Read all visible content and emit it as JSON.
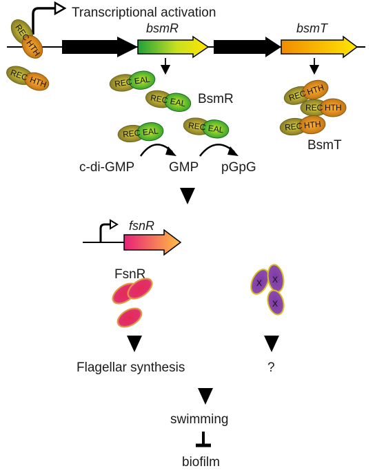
{
  "top": {
    "activation_label": "Transcriptional activation",
    "gene1": "bsmR",
    "gene2": "bsmT"
  },
  "domains": {
    "rec": "REC",
    "hth": "HTH",
    "eal": "EAL",
    "x": "X"
  },
  "proteins": {
    "bsmr": "BsmR",
    "bsmt": "BsmT",
    "fsnr": "FsnR"
  },
  "reaction": {
    "substrate": "c-di-GMP",
    "product1": "GMP",
    "product2": "pGpG"
  },
  "fsnr_gene": "fsnR",
  "outcomes": {
    "left": "Flagellar synthesis",
    "right": "?",
    "swimming": "swimming",
    "biofilm": "biofilm"
  },
  "colors": {
    "bsmr_gradient": [
      "#1fa03a",
      "#ffe600"
    ],
    "bsmt_gradient": [
      "#f08c00",
      "#ffe600"
    ],
    "fsnr_gradient": [
      "#e8207a",
      "#ffc040"
    ],
    "black_arrow": "#000000"
  }
}
